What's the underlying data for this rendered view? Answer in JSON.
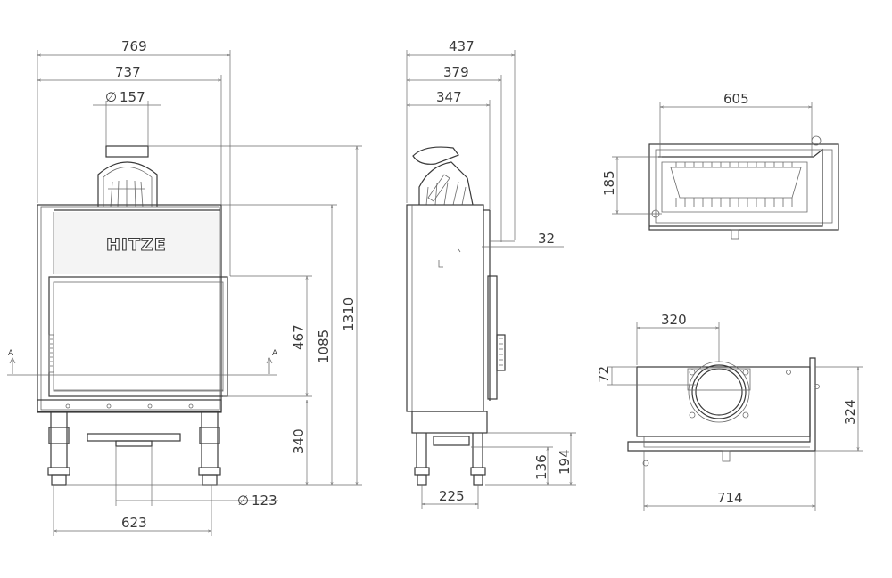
{
  "brand": {
    "logo_text": "HITZE"
  },
  "front_view": {
    "dims": {
      "total_width": "769",
      "body_width": "737",
      "flue_diameter": "157",
      "total_height": "1310",
      "body_height": "1085",
      "door_height": "467",
      "leg_height": "340",
      "air_inlet_diameter": "123",
      "leg_spacing": "623",
      "diameter_symbol": "∅"
    },
    "section_marks": [
      "A",
      "A"
    ]
  },
  "side_view": {
    "dims": {
      "total_depth": "437",
      "depth_1": "379",
      "depth_2": "347",
      "frame_offset": "32",
      "leg_base_width": "225",
      "air_inlet_height": "136",
      "air_inlet_top": "194"
    }
  },
  "section_view": {
    "dims": {
      "inner_width": "605",
      "depth": "185"
    }
  },
  "top_view": {
    "dims": {
      "flue_x": "320",
      "flue_y": "72",
      "total_depth": "324",
      "total_width": "714"
    }
  }
}
